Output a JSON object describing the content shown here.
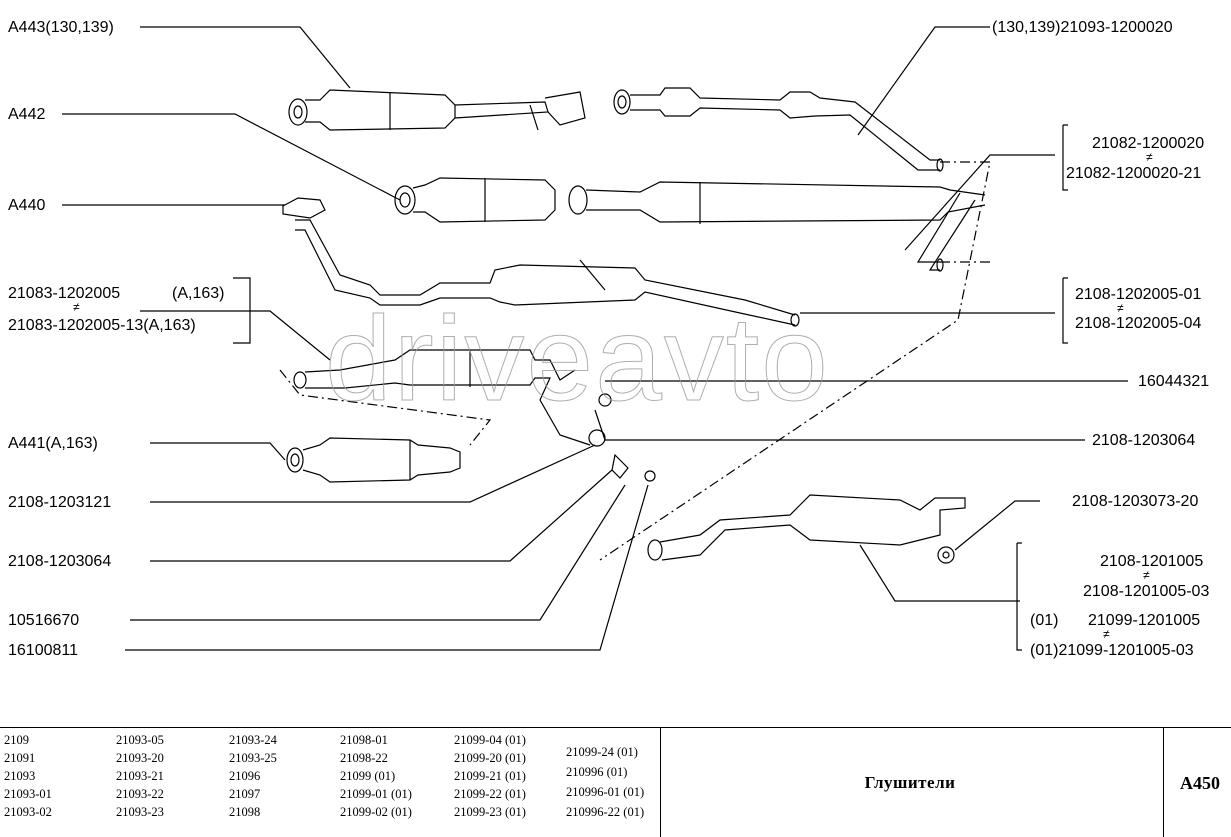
{
  "left_labels": [
    {
      "id": "a443",
      "text": "A443(130,139)"
    },
    {
      "id": "a442",
      "text": "A442"
    },
    {
      "id": "a440",
      "text": "A440"
    },
    {
      "id": "p21083a",
      "text": "21083-1202005",
      "extra": "(A,163)"
    },
    {
      "id": "p21083b",
      "text": "21083-1202005-13(A,163)"
    },
    {
      "id": "a441",
      "text": "A441(A,163)"
    },
    {
      "id": "p2108_3121",
      "text": "2108-1203121"
    },
    {
      "id": "p2108_3064l",
      "text": "2108-1203064"
    },
    {
      "id": "p10516670",
      "text": "10516670"
    },
    {
      "id": "p16100811",
      "text": "16100811"
    }
  ],
  "right_labels": [
    {
      "id": "r1",
      "text": "(130,139)21093-1200020"
    },
    {
      "id": "r2a",
      "text": "21082-1200020"
    },
    {
      "id": "r2b",
      "text": "21082-1200020-21"
    },
    {
      "id": "r3a",
      "text": "2108-1202005-01"
    },
    {
      "id": "r3b",
      "text": "2108-1202005-04"
    },
    {
      "id": "r4",
      "text": "16044321"
    },
    {
      "id": "r5",
      "text": "2108-1203064"
    },
    {
      "id": "r6",
      "text": "2108-1203073-20"
    },
    {
      "id": "r7a",
      "text": "2108-1201005"
    },
    {
      "id": "r7b",
      "text": "2108-1201005-03"
    },
    {
      "id": "r7c_pre",
      "text": "(01)"
    },
    {
      "id": "r7c",
      "text": "21099-1201005"
    },
    {
      "id": "r7d",
      "text": "(01)21099-1201005-03"
    }
  ],
  "not_equal_symbol": "≠",
  "watermark": "driveavto",
  "models": [
    [
      "2109",
      "21091",
      "21093",
      "21093-01",
      "21093-02"
    ],
    [
      "21093-05",
      "21093-20",
      "21093-21",
      "21093-22",
      "21093-23"
    ],
    [
      "21093-24",
      "21093-25",
      "21096",
      "21097",
      "21098"
    ],
    [
      "21098-01",
      "21098-22",
      "21099 (01)",
      "21099-01 (01)",
      "21099-02 (01)"
    ],
    [
      "21099-04 (01)",
      "21099-20 (01)",
      "21099-21 (01)",
      "21099-22 (01)",
      "21099-23 (01)"
    ],
    [
      "21099-24 (01)",
      "210996 (01)",
      "210996-01 (01)",
      "210996-22 (01)"
    ]
  ],
  "title": "Глушители",
  "code": "A450"
}
